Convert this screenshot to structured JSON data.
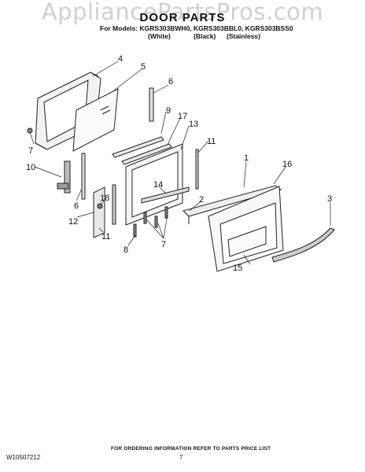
{
  "watermark": "AppliancePartsPros.com",
  "header": {
    "title": "DOOR PARTS",
    "models": "For Models: KGRS303BWH0, KGRS303BBL0, KGRS303BSS0",
    "colors": [
      "(White)",
      "(Black)",
      "(Stainless)"
    ]
  },
  "callouts": {
    "c1": "1",
    "c2": "2",
    "c3": "3",
    "c4": "4",
    "c5": "5",
    "c6": "6",
    "c7": "7",
    "c8": "8",
    "c9": "9",
    "c10": "10",
    "c11": "11",
    "c12": "12",
    "c13": "13",
    "c14": "14",
    "c15": "15",
    "c16": "16",
    "c17": "17",
    "c18": "18"
  },
  "footer": {
    "ordering_note": "FOR ORDERING INFORMATION REFER TO PARTS PRICE LIST",
    "document_number": "W10507212",
    "page_number": "7"
  }
}
